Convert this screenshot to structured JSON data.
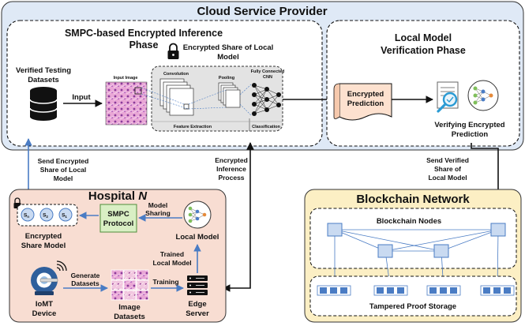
{
  "cloud": {
    "title": "Cloud Service Provider",
    "smpc_phase": {
      "line1": "SMPC-based Encrypted Inference",
      "line2": "Phase"
    },
    "encrypted_share": {
      "line1": "Encrypted Share of Local",
      "line2": "Model"
    },
    "verified_datasets": {
      "line1": "Verified Testing",
      "line2": "Datasets"
    },
    "input_label": "Input",
    "input_image": "Input Image",
    "cnn": {
      "convolution": "Convolution",
      "pooling": "Pooling",
      "fully_connected": {
        "line1": "Fully Connected",
        "line2": "CNN"
      },
      "feature_extraction": "Feature Extraction",
      "classification": "Classification"
    },
    "verification_phase": {
      "line1": "Local Model",
      "line2": "Verification Phase"
    },
    "encrypted_prediction": {
      "line1": "Encrypted",
      "line2": "Prediction"
    },
    "verifying": {
      "line1": "Verifying Encrypted",
      "line2": "Prediction"
    }
  },
  "flows": {
    "send_share": {
      "line1": "Send Encrypted",
      "line2": "Share of Local",
      "line3": "Model"
    },
    "inference_process": {
      "line1": "Encrypted",
      "line2": "Inference",
      "line3": "Process"
    },
    "send_verified": {
      "line1": "Send Verified",
      "line2": "Share of",
      "line3": "Local Model"
    }
  },
  "hospital": {
    "title": "Hospital",
    "title_n": "N",
    "shares": [
      "S",
      "S",
      "S"
    ],
    "share_subs": [
      "n",
      "2",
      "1"
    ],
    "encrypted_share_model": {
      "line1": "Encrypted",
      "line2": "Share Model"
    },
    "smpc_protocol": {
      "line1": "SMPC",
      "line2": "Protocol"
    },
    "model_sharing": {
      "line1": "Model",
      "line2": "Sharing"
    },
    "local_model": "Local Model",
    "trained_local_model": {
      "line1": "Trained",
      "line2": "Local Model"
    },
    "generate_datasets": {
      "line1": "Generate",
      "line2": "Datasets"
    },
    "training": "Training",
    "iomt_device": {
      "line1": "IoMT",
      "line2": "Device"
    },
    "image_datasets": {
      "line1": "Image",
      "line2": "Datasets"
    },
    "edge_server": {
      "line1": "Edge",
      "line2": "Server"
    }
  },
  "blockchain": {
    "title": "Blockchain Network",
    "nodes_label": "Blockchain Nodes",
    "storage_label": "Tampered Proof Storage"
  },
  "colors": {
    "cloud_bg": "#dfe9f6",
    "hospital_bg": "#f8ddd2",
    "blockchain_bg": "#fcefc4",
    "arrow_blue": "#4a7cc4",
    "smpc_green": "#d9efc4",
    "node_blue": "#c9daf1",
    "prediction_bg": "#fde1cf"
  }
}
